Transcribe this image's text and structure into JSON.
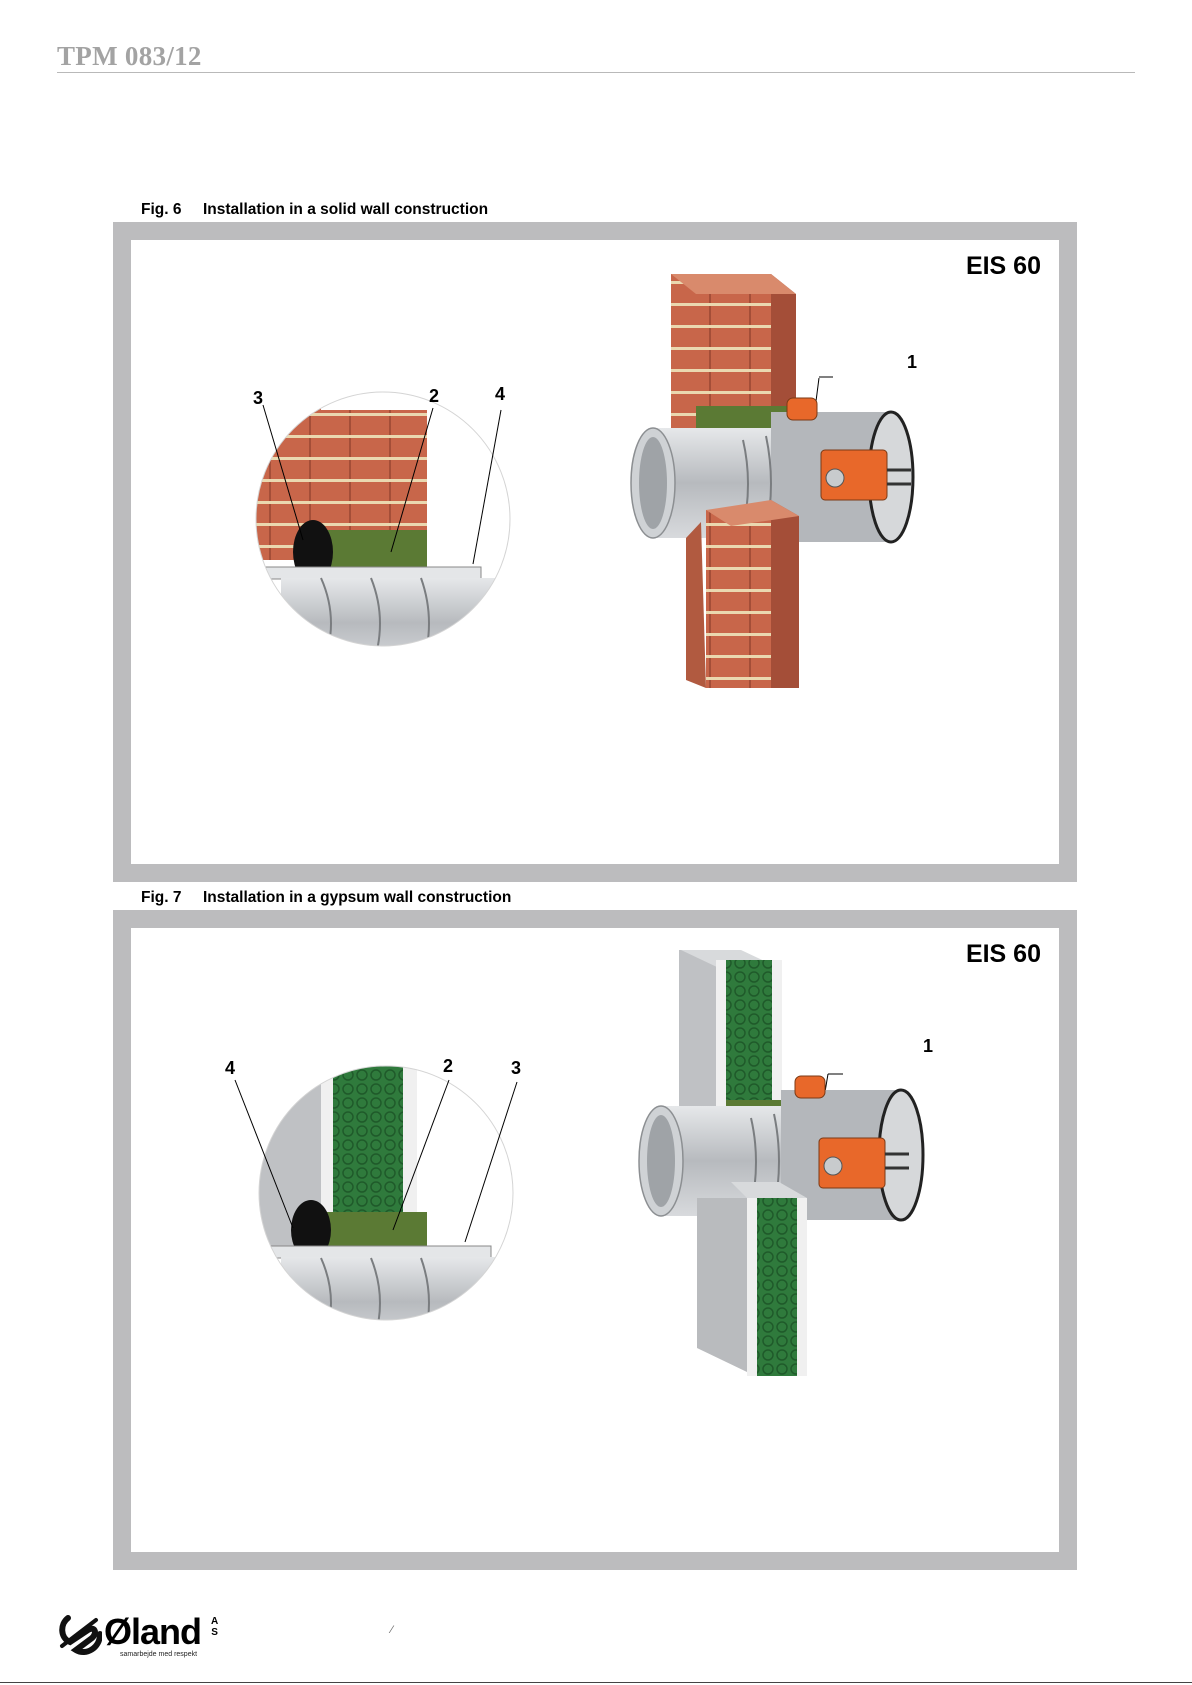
{
  "header": {
    "doc_code": "TPM 083/12"
  },
  "figures": [
    {
      "number": "Fig. 6",
      "caption": "Installation in a solid wall construction",
      "rating": "EIS 60",
      "callouts": [
        "1",
        "2",
        "3",
        "4"
      ]
    },
    {
      "number": "Fig. 7",
      "caption": "Installation in a gypsum wall construction",
      "rating": "EIS 60",
      "callouts": [
        "1",
        "2",
        "3",
        "4"
      ]
    }
  ],
  "footer": {
    "brand": "Øland",
    "brand_suffix_top": "A",
    "brand_suffix_bottom": "S",
    "tagline": "samarbejde med respekt",
    "page_mark": "⁄"
  },
  "colors": {
    "frame": "#bcbcbe",
    "brick": "#c8664a",
    "mortar": "#ead8b0",
    "seal": "#5b7a34",
    "gypsum_wool": "#2f7a3c",
    "duct_metal": "#c4c7ca",
    "actuator": "#e8682a"
  }
}
